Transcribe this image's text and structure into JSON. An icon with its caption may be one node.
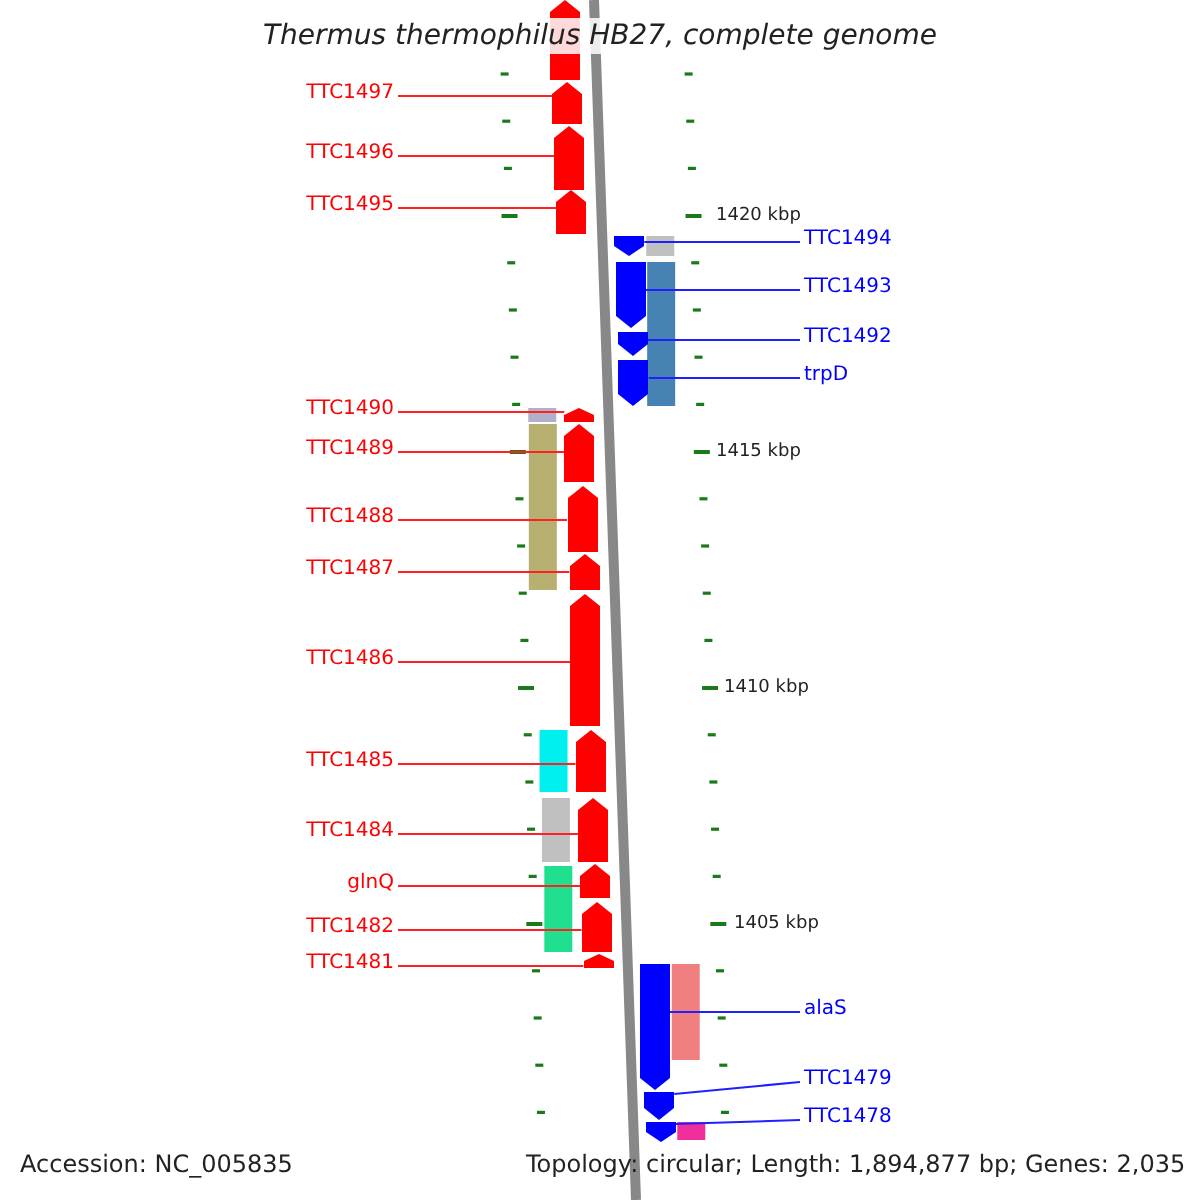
{
  "diagram": {
    "title": "Thermus thermophilus HB27, complete genome",
    "nodes": [
      {
        "text": [
          "TTC1497"
        ]
      },
      {
        "text": [
          "TTC1496"
        ]
      },
      {
        "text": [
          "TTC1495"
        ]
      },
      {
        "text": [
          "TTC1494"
        ]
      },
      {
        "text": [
          "TTC1493"
        ]
      },
      {
        "text": [
          "TTC1492"
        ]
      },
      {
        "text": [
          "trpD"
        ]
      },
      {
        "text": [
          "TTC1490"
        ]
      },
      {
        "text": [
          "TTC1489"
        ]
      },
      {
        "text": [
          "TTC1488"
        ]
      },
      {
        "text": [
          "TTC1487"
        ]
      },
      {
        "text": [
          "TTC1486"
        ]
      },
      {
        "text": [
          "TTC1485"
        ]
      },
      {
        "text": [
          "TTC1484"
        ]
      },
      {
        "text": [
          "glnQ"
        ]
      },
      {
        "text": [
          "TTC1482"
        ]
      },
      {
        "text": [
          "TTC1481"
        ]
      },
      {
        "text": [
          "alaS"
        ]
      },
      {
        "text": [
          "TTC1479"
        ]
      },
      {
        "text": [
          "TTC1478"
        ]
      },
      {
        "text": [],
        "shape": "arrow"
      },
      {
        "text": [],
        "shape": "arrow"
      },
      {
        "text": [],
        "shape": "arrow"
      },
      {
        "text": [],
        "shape": "arrow"
      },
      {
        "text": [],
        "shape": "arrow"
      },
      {
        "text": [],
        "shape": "arrow"
      },
      {
        "text": [],
        "shape": "arrow"
      },
      {
        "text": [],
        "shape": "arrow"
      },
      {
        "text": [],
        "shape": "arrow"
      },
      {
        "text": [],
        "shape": "arrow"
      },
      {
        "text": [],
        "shape": "arrow"
      },
      {
        "text": [],
        "shape": "arrow"
      },
      {
        "text": [],
        "shape": "arrow"
      },
      {
        "text": [],
        "shape": "arrow"
      },
      {
        "text": [],
        "shape": "arrow"
      },
      {
        "text": [],
        "shape": "arrow"
      },
      {
        "text": [],
        "shape": "arrow"
      },
      {
        "text": [],
        "shape": "arrow"
      },
      {
        "text": [],
        "shape": "arrow"
      },
      {
        "text": [],
        "shape": "arrow"
      },
      {
        "text": [],
        "shape": "arrow"
      }
    ],
    "edges": [
      {
        "from": 0,
        "to": 21,
        "arrow": "none"
      },
      {
        "from": 1,
        "to": 22,
        "arrow": "none"
      },
      {
        "from": 2,
        "to": 23,
        "arrow": "none"
      },
      {
        "from": 3,
        "to": 24,
        "arrow": "none",
        "color": "#2020ff"
      },
      {
        "from": 4,
        "to": 25,
        "arrow": "none",
        "color": "#2020ff"
      },
      {
        "from": 5,
        "to": 26,
        "arrow": "none",
        "color": "#2020ff"
      },
      {
        "from": 6,
        "to": 27,
        "arrow": "none",
        "color": "#2020ff"
      },
      {
        "from": 7,
        "to": 28,
        "arrow": "none"
      },
      {
        "from": 8,
        "to": 29,
        "arrow": "none"
      },
      {
        "from": 9,
        "to": 30,
        "arrow": "none"
      },
      {
        "from": 10,
        "to": 31,
        "arrow": "none"
      },
      {
        "from": 11,
        "to": 32,
        "arrow": "none"
      },
      {
        "from": 12,
        "to": 33,
        "arrow": "none"
      },
      {
        "from": 13,
        "to": 34,
        "arrow": "none"
      },
      {
        "from": 14,
        "to": 35,
        "arrow": "none"
      },
      {
        "from": 15,
        "to": 36,
        "arrow": "none"
      },
      {
        "from": 16,
        "to": 37,
        "arrow": "none"
      },
      {
        "from": 17,
        "to": 38,
        "arrow": "none",
        "color": "#2020ff"
      },
      {
        "from": 18,
        "to": 39,
        "arrow": "none",
        "color": "#2020ff"
      },
      {
        "from": 19,
        "to": 40,
        "arrow": "none",
        "color": "#2020ff"
      }
    ],
    "labels": [
      "1420 kbp",
      "1415 kbp",
      "1410 kbp",
      "1405 kbp",
      "Accession: NC_005835",
      "Topology: circular; Length: 1,894,877 bp; Genes: 2,035"
    ]
  }
}
